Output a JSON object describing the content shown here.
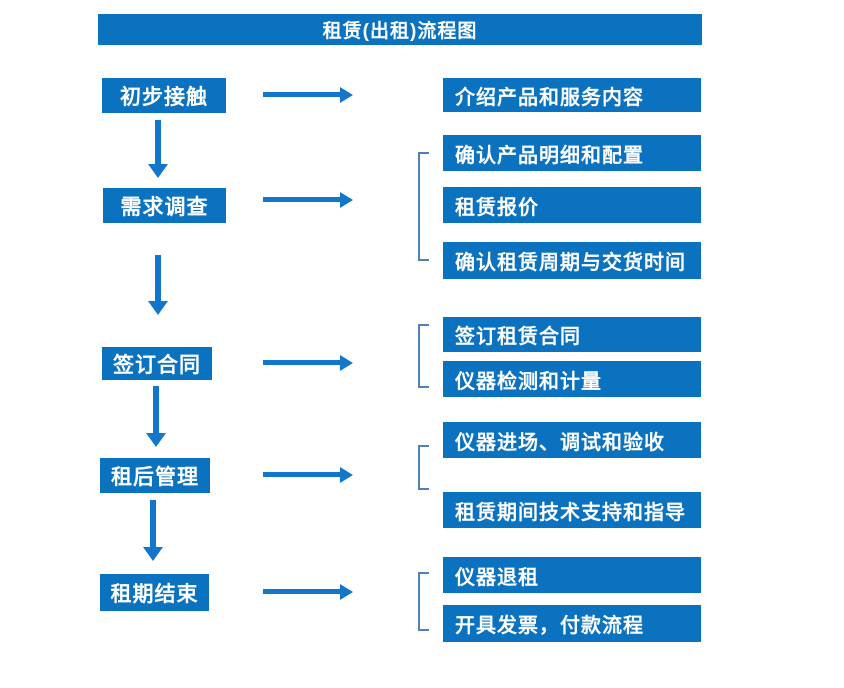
{
  "title": "租赁(出租)流程图",
  "colors": {
    "box_blue": "#0b72c0",
    "arrow_blue": "#1277cb",
    "bracket_blue": "#4d82b8",
    "text_white": "#ffffff",
    "background": "#ffffff"
  },
  "flow": {
    "steps": [
      {
        "label": "初步接触",
        "details": [
          "介绍产品和服务内容"
        ]
      },
      {
        "label": "需求调查",
        "details": [
          "确认产品明细和配置",
          "租赁报价",
          "确认租赁周期与交货时间"
        ]
      },
      {
        "label": "签订合同",
        "details": [
          "签订租赁合同",
          "仪器检测和计量"
        ]
      },
      {
        "label": "租后管理",
        "details": [
          "仪器进场、调试和验收",
          "租赁期间技术支持和指导"
        ]
      },
      {
        "label": "租期结束",
        "details": [
          "仪器退租",
          "开具发票，付款流程"
        ]
      }
    ]
  }
}
